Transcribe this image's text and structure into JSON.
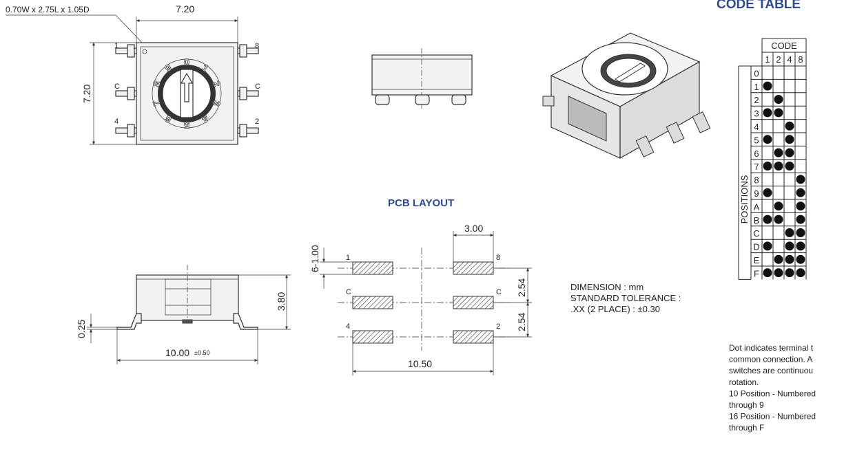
{
  "titles": {
    "code_table": "CODE TABLE",
    "pcb_layout": "PCB LAYOUT"
  },
  "top_view": {
    "knob_size": "0.70W x 2.75L x 1.05D",
    "width": "7.20",
    "height": "7.20",
    "pin_labels_left": [
      "1",
      "C",
      "4"
    ],
    "pin_labels_right": [
      "8",
      "C",
      "2"
    ],
    "dial_numbers": [
      "0",
      "1",
      "2",
      "3",
      "4",
      "5",
      "6",
      "7",
      "8",
      "9"
    ]
  },
  "side_view": {
    "height": "3.80",
    "lead": "0.25",
    "width": "10.00",
    "width_tol": "±0.50"
  },
  "pcb": {
    "pad_width": "3.00",
    "pad_spec": "6-1.00",
    "pitch_1": "2.54",
    "pitch_2": "2.54",
    "span": "10.50",
    "labels_left": [
      "1",
      "C",
      "4"
    ],
    "labels_right": [
      "8",
      "C",
      "2"
    ]
  },
  "dimension_note": {
    "line1": "DIMENSION : mm",
    "line2": "STANDARD TOLERANCE :",
    "line3": ".XX (2 PLACE) : ±0.30"
  },
  "code_table": {
    "code_header": "CODE",
    "columns": [
      "1",
      "2",
      "4",
      "8"
    ],
    "positions_label": "POSITIONS",
    "rows": [
      {
        "pos": "0",
        "dots": [
          false,
          false,
          false,
          false
        ]
      },
      {
        "pos": "1",
        "dots": [
          true,
          false,
          false,
          false
        ]
      },
      {
        "pos": "2",
        "dots": [
          false,
          true,
          false,
          false
        ]
      },
      {
        "pos": "3",
        "dots": [
          true,
          true,
          false,
          false
        ]
      },
      {
        "pos": "4",
        "dots": [
          false,
          false,
          true,
          false
        ]
      },
      {
        "pos": "5",
        "dots": [
          true,
          false,
          true,
          false
        ]
      },
      {
        "pos": "6",
        "dots": [
          false,
          true,
          true,
          false
        ]
      },
      {
        "pos": "7",
        "dots": [
          true,
          true,
          true,
          false
        ]
      },
      {
        "pos": "8",
        "dots": [
          false,
          false,
          false,
          true
        ]
      },
      {
        "pos": "9",
        "dots": [
          true,
          false,
          false,
          true
        ]
      },
      {
        "pos": "A",
        "dots": [
          false,
          true,
          false,
          true
        ]
      },
      {
        "pos": "B",
        "dots": [
          true,
          true,
          false,
          true
        ]
      },
      {
        "pos": "C",
        "dots": [
          false,
          false,
          true,
          true
        ]
      },
      {
        "pos": "D",
        "dots": [
          true,
          false,
          true,
          true
        ]
      },
      {
        "pos": "E",
        "dots": [
          false,
          true,
          true,
          true
        ]
      },
      {
        "pos": "F",
        "dots": [
          true,
          true,
          true,
          true
        ]
      }
    ]
  },
  "footnote": {
    "lines": [
      "Dot indicates terminal t",
      "common connection. A",
      "switches are continuou",
      "rotation.",
      "10 Position - Numbered",
      "through 9",
      "16 Position - Numbered",
      "through F"
    ]
  }
}
